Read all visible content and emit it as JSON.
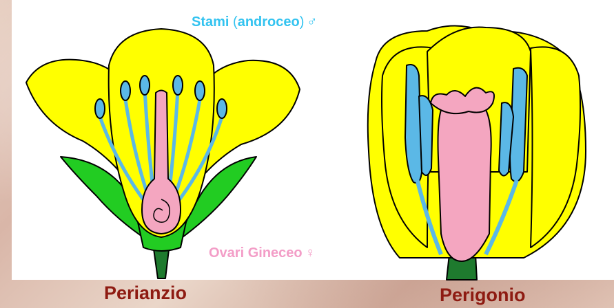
{
  "labels": {
    "stami_a": "Stami",
    "stami_paren_open": "(",
    "stami_b": "androceo",
    "stami_paren_close": ")",
    "stami_symbol": "♂",
    "ovari": "Ovari Gineceo",
    "ovari_symbol": "♀",
    "perianzio": "Perianzio",
    "perigonio": "Perigonio"
  },
  "colors": {
    "petal": "#ffff00",
    "stamen": "#5bb8e6",
    "pistil": "#f4a6c0",
    "sepal": "#22cc22",
    "stem": "#1e7a2e",
    "stami_text": "#33c3f0",
    "ovari_text": "#f39dc7",
    "caption_text": "#8e1b12"
  }
}
